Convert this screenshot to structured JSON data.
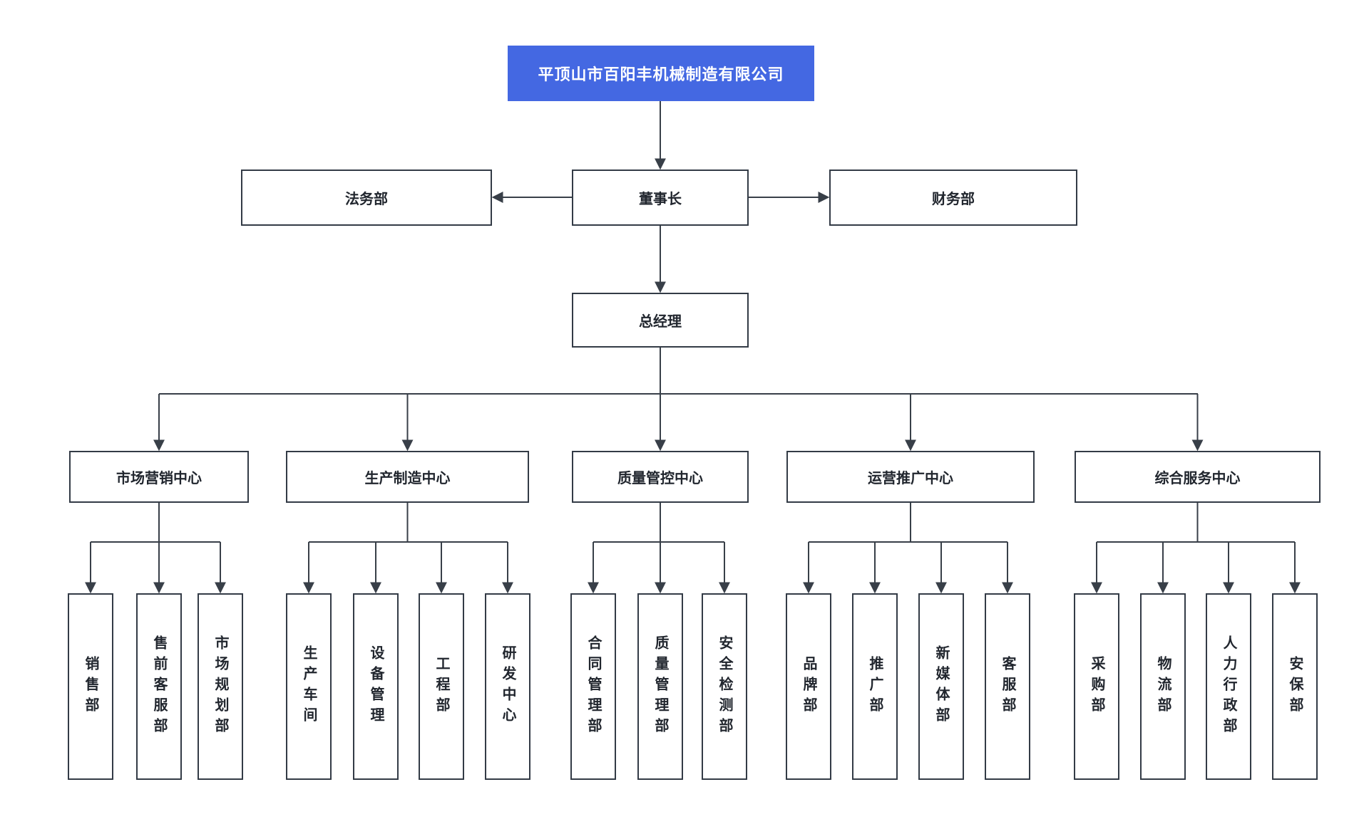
{
  "org": {
    "title": "平顶山市百阳丰机械制造有限公司",
    "level2": [
      "法务部",
      "董事长",
      "财务部"
    ],
    "level3": "总经理",
    "centers": [
      {
        "label": "市场营销中心",
        "children": [
          "销售部",
          "售前客服部",
          "市场规划部"
        ]
      },
      {
        "label": "生产制造中心",
        "children": [
          "生产车间",
          "设备管理",
          "工程部",
          "研发中心"
        ]
      },
      {
        "label": "质量管控中心",
        "children": [
          "合同管理部",
          "质量管理部",
          "安全检测部"
        ]
      },
      {
        "label": "运营推广中心",
        "children": [
          "品牌部",
          "推广部",
          "新媒体部",
          "客服部"
        ]
      },
      {
        "label": "综合服务中心",
        "children": [
          "采购部",
          "物流部",
          "人力行政部",
          "安保部"
        ]
      }
    ],
    "colors": {
      "root_bg": "#4468E2",
      "root_text": "#FFFFFF",
      "border": "#333B46",
      "line": "#383F48",
      "text": "#21262E",
      "background": "#FFFFFF"
    }
  }
}
